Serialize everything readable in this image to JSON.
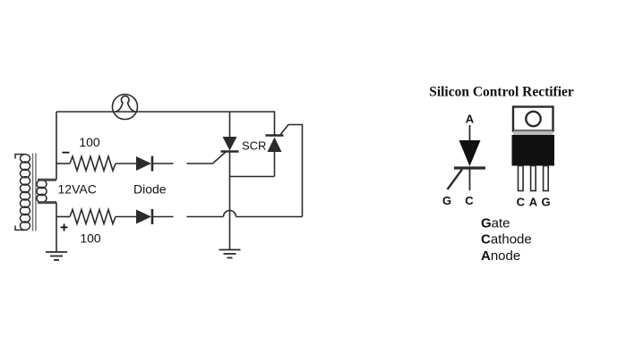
{
  "colors": {
    "line": "#2b2b2b",
    "winding_lead": "#4a4a4a",
    "core": "#6e6e6e",
    "plus_red": "#b22222",
    "package_band": "#b9b9b9",
    "package_body": "#111111",
    "background": "#ffffff"
  },
  "circuit": {
    "supply_label": "12VAC",
    "minus_sign": "−",
    "plus_sign": "+",
    "resistor_top_value": "100",
    "resistor_bottom_value": "100",
    "diode_label": "Diode",
    "scr_label": "SCR"
  },
  "panel": {
    "title": "Silicon Control Rectifier",
    "symbol_labels": {
      "anode": "A",
      "gate": "G",
      "cathode": "C"
    },
    "package_pins": [
      "C",
      "A",
      "G"
    ],
    "legend": [
      {
        "b": "G",
        "rest": "ate"
      },
      {
        "b": "C",
        "rest": "athode"
      },
      {
        "b": "A",
        "rest": "node"
      }
    ]
  }
}
